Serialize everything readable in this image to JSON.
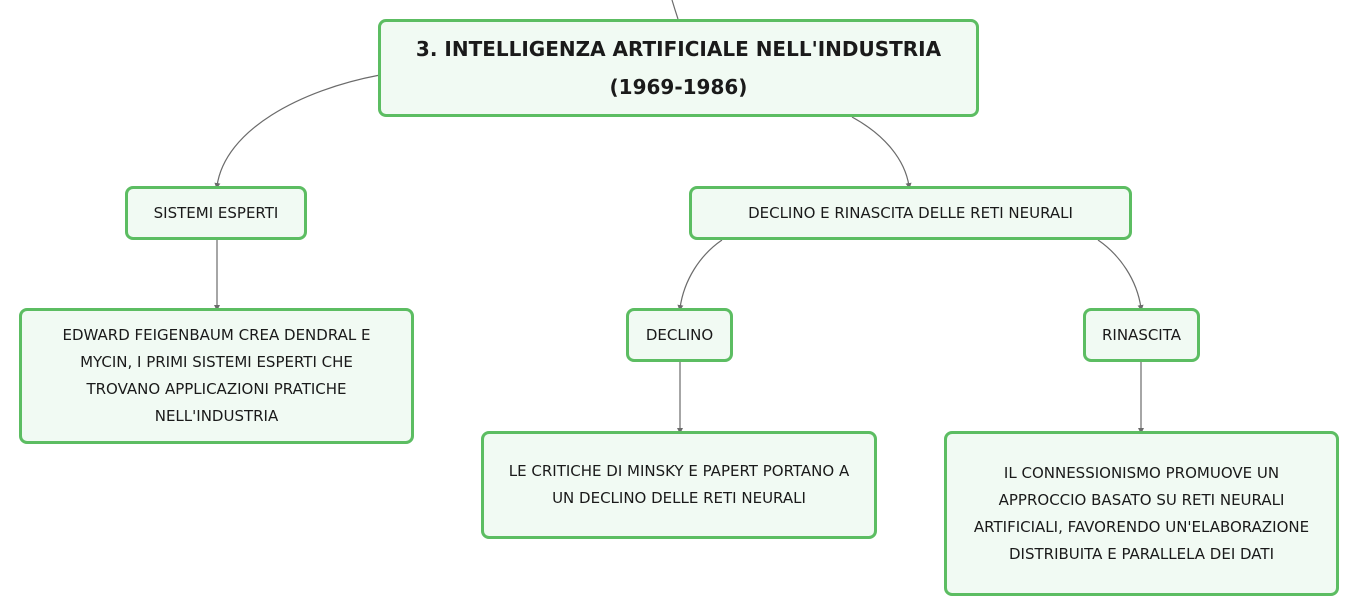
{
  "diagram": {
    "colors": {
      "node_border": "#5cbd62",
      "node_fill": "#f1faf3",
      "connector": "#6b6b6b",
      "text": "#1a1a1a"
    },
    "root": {
      "title_line1": "3. INTELLIGENZA ARTIFICIALE NELL'INDUSTRIA",
      "title_line2": "(1969-1986)"
    },
    "sistemi_esperti": {
      "label": "SISTEMI ESPERTI",
      "detail": [
        "EDWARD FEIGENBAUM CREA DENDRAL E",
        "MYCIN, I PRIMI SISTEMI ESPERTI CHE",
        "TROVANO APPLICAZIONI PRATICHE",
        "NELL'INDUSTRIA"
      ]
    },
    "reti_neurali": {
      "label": "DECLINO E RINASCITA DELLE RETI NEURALI",
      "declino": {
        "label": "DECLINO",
        "detail": [
          "LE CRITICHE DI MINSKY E PAPERT PORTANO A",
          "UN DECLINO DELLE RETI NEURALI"
        ]
      },
      "rinascita": {
        "label": "RINASCITA",
        "detail": [
          "IL CONNESSIONISMO PROMUOVE UN",
          "APPROCCIO BASATO SU RETI NEURALI",
          "ARTIFICIALI, FAVORENDO UN'ELABORAZIONE",
          "DISTRIBUITA E PARALLELA DEI DATI"
        ]
      }
    }
  }
}
